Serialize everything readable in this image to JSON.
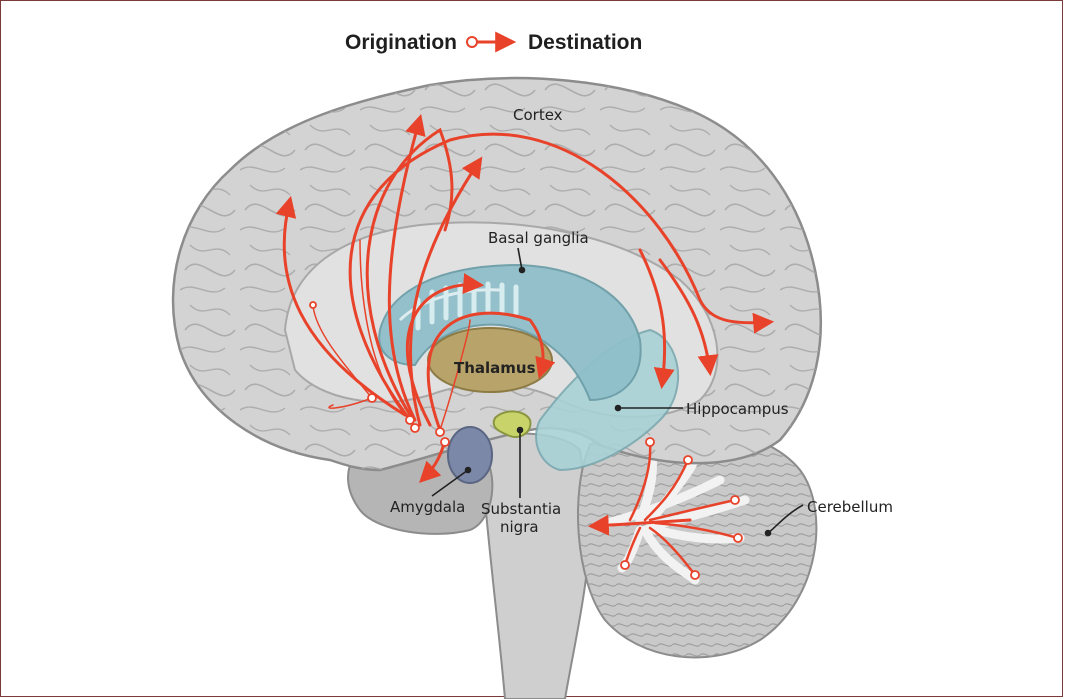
{
  "legend": {
    "origin_label": "Origination",
    "destination_label": "Destination"
  },
  "labels": {
    "cortex": "Cortex",
    "basal_ganglia": "Basal ganglia",
    "thalamus": "Thalamus",
    "hippocampus": "Hippocampus",
    "amygdala": "Amygdala",
    "substantia_nigra_line1": "Substantia",
    "substantia_nigra_line2": "nigra",
    "cerebellum": "Cerebellum"
  },
  "colors": {
    "pathway": "#e8432a",
    "brain": "#d3d3d3",
    "brain_outline": "#8c8c8c",
    "basal_ganglia": "#8fbfc9",
    "hippocampus": "#a8d2d6",
    "thalamus": "#b8a46a",
    "amygdala": "#7c88a8",
    "substantia_nigra": "#c8d46a",
    "frame": "#7a3a3a"
  }
}
